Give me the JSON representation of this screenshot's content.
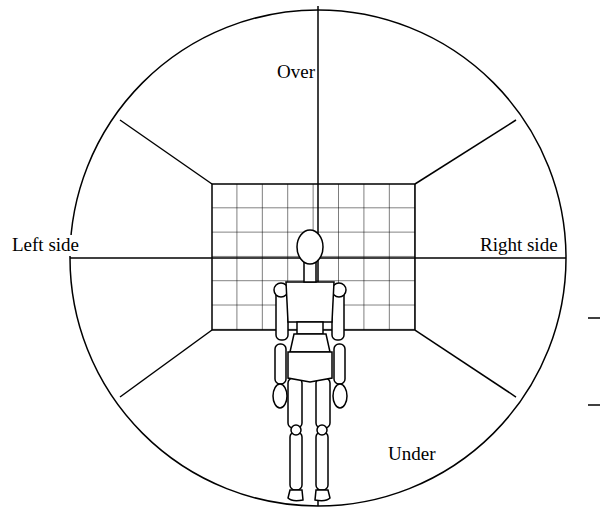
{
  "diagram": {
    "labels": [
      "Over",
      "Left side",
      "Right side",
      "Under"
    ]
  }
}
